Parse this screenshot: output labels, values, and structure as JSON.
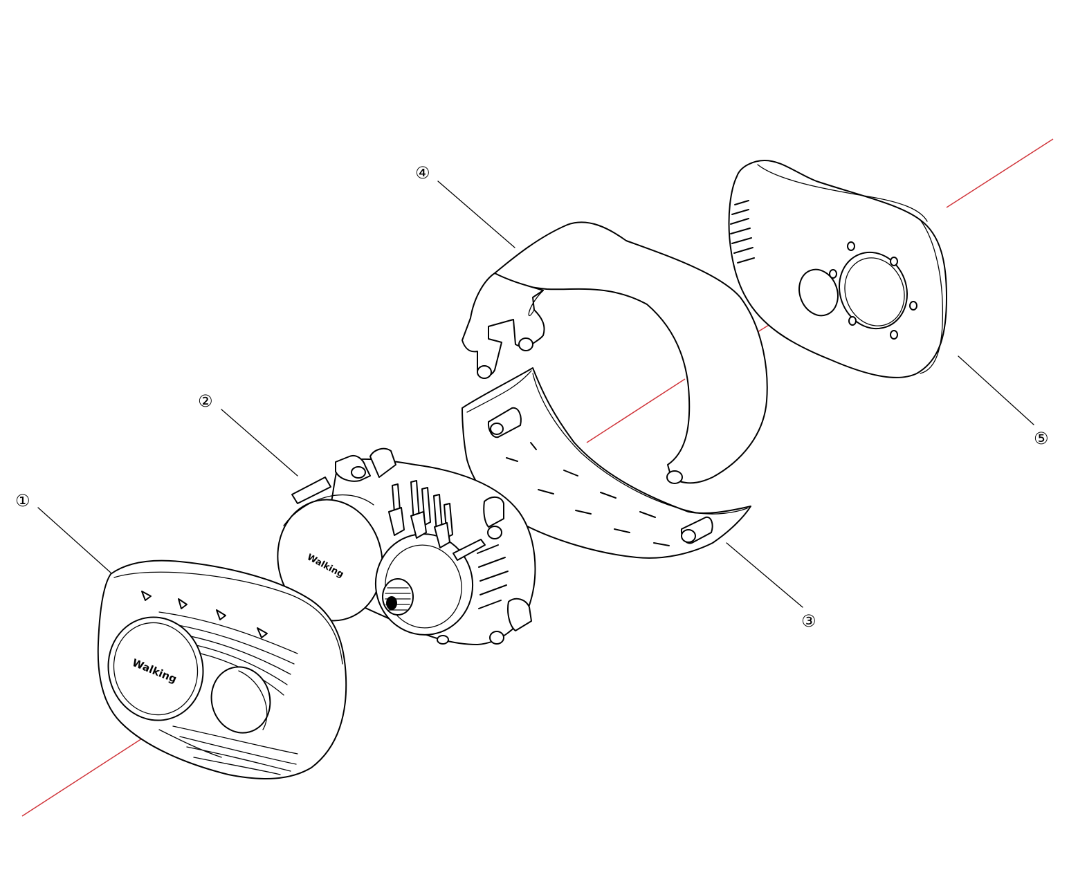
{
  "colors": {
    "axis": "#d0343a",
    "line": "#000000",
    "background": "#ffffff"
  },
  "callouts": [
    {
      "id": "1",
      "glyph": "①"
    },
    {
      "id": "2",
      "glyph": "②"
    },
    {
      "id": "3",
      "glyph": "③"
    },
    {
      "id": "4",
      "glyph": "④"
    },
    {
      "id": "5",
      "glyph": "⑤"
    }
  ],
  "logo": {
    "text": "Walking"
  }
}
